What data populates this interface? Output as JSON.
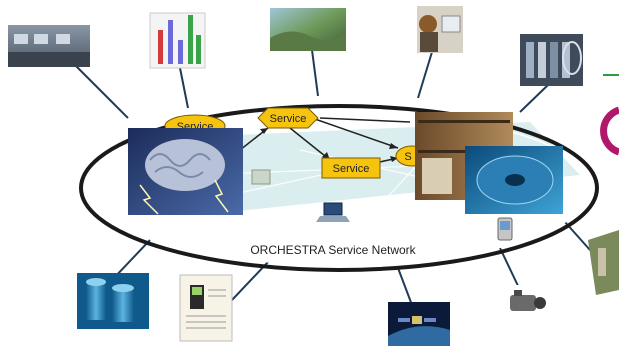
{
  "network": {
    "caption": "ORCHESTRA Service Network",
    "service_labels": [
      "Service",
      "Service",
      "Service",
      "S"
    ]
  },
  "colors": {
    "ellipse_outline": "#1a1a1a",
    "connector": "#1f3b57",
    "service_fill": "#f6c40f",
    "service_stroke": "#7a5a00",
    "plane_fill": "#cfe8ea",
    "accent_green": "#2e9c3a",
    "accent_magenta": "#b0186a"
  },
  "icons": [
    "control-room-photo",
    "bar-chart-thumbnail",
    "landscape-photo",
    "person-at-computer-photo",
    "archive-shelves-photo",
    "brain-lightning-image",
    "library-books-photo",
    "hard-disk-platter-image",
    "database-cylinders-image",
    "document-page-image",
    "satellite-image",
    "video-camera-image",
    "sensor-station-photo",
    "laptop-icon",
    "pda-icon"
  ]
}
